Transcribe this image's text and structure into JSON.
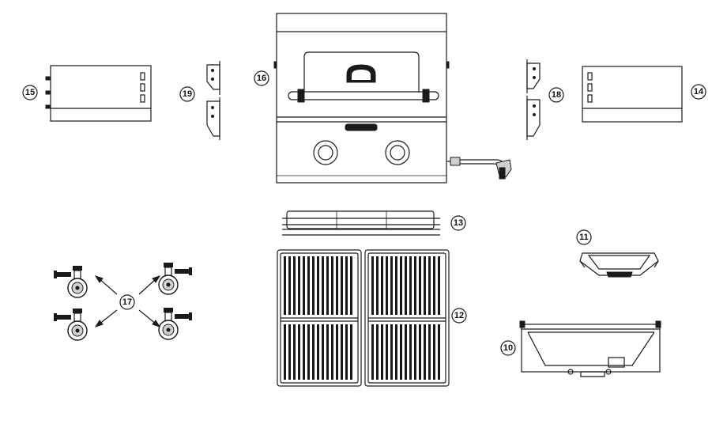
{
  "diagram": {
    "callouts": [
      {
        "id": "c10",
        "label": "10"
      },
      {
        "id": "c11",
        "label": "11"
      },
      {
        "id": "c12",
        "label": "12"
      },
      {
        "id": "c13",
        "label": "13"
      },
      {
        "id": "c14",
        "label": "14"
      },
      {
        "id": "c15",
        "label": "15"
      },
      {
        "id": "c16",
        "label": "16"
      },
      {
        "id": "c17",
        "label": "17"
      },
      {
        "id": "c18",
        "label": "18"
      },
      {
        "id": "c19",
        "label": "19"
      }
    ]
  }
}
